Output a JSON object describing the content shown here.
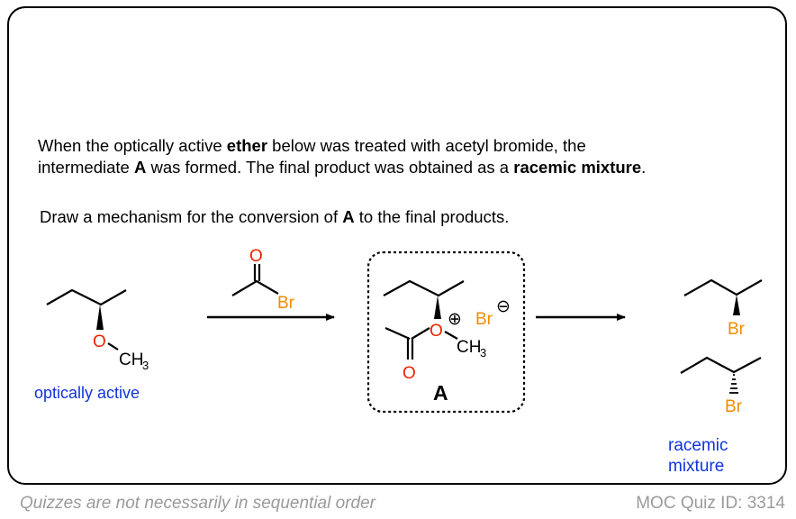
{
  "question": {
    "line1_pre": "When the optically active ",
    "line1_bold": "ether",
    "line1_post": " below was treated with acetyl bromide, the",
    "line2_pre": "intermediate ",
    "line2_bold1": "A",
    "line2_mid": " was formed. The final product was obtained as a ",
    "line2_bold2": "racemic mixture",
    "line2_post": ".",
    "line3_pre": "Draw a mechanism for the conversion of ",
    "line3_bold": "A",
    "line3_post": " to the final products."
  },
  "scheme": {
    "reactant_o": "O",
    "reactant_ch": "CH",
    "reactant_sub": "3",
    "reactant_caption": "optically active",
    "reagent_o": "O",
    "reagent_br": "Br",
    "intermediate_o_plus": "O",
    "intermediate_plus": "⊕",
    "intermediate_ch": "CH",
    "intermediate_sub": "3",
    "intermediate_br": "Br",
    "intermediate_minus": "⊖",
    "intermediate_carbonyl_o": "O",
    "intermediate_label": "A",
    "product1_br": "Br",
    "product2_br": "Br",
    "product_caption_1": "racemic",
    "product_caption_2": "mixture"
  },
  "colors": {
    "oxygen": "#ee2200",
    "bromine": "#f08c00",
    "caption_blue": "#1133dd",
    "footer_gray": "#9a9a9a"
  },
  "footer": {
    "left": "Quizzes are not necessarily in sequential order",
    "right": "MOC Quiz ID: 3314"
  }
}
